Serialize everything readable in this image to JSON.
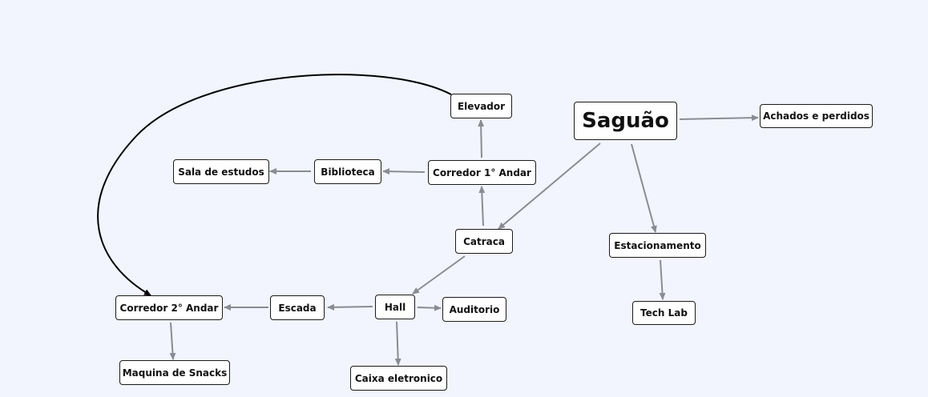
{
  "diagram": {
    "nodes": {
      "saguao": "Saguão",
      "achados": "Achados e perdidos",
      "estacionamento": "Estacionamento",
      "techlab": "Tech Lab",
      "catraca": "Catraca",
      "corredor1": "Corredor 1° Andar",
      "elevador": "Elevador",
      "biblioteca": "Biblioteca",
      "sala_estudos": "Sala de estudos",
      "hall": "Hall",
      "auditorio": "Auditorio",
      "caixa": "Caixa eletronico",
      "escada": "Escada",
      "corredor2": "Corredor 2° Andar",
      "snacks": "Maquina de Snacks"
    },
    "edges": [
      {
        "from": "saguao",
        "to": "achados"
      },
      {
        "from": "saguao",
        "to": "estacionamento"
      },
      {
        "from": "estacionamento",
        "to": "techlab"
      },
      {
        "from": "saguao",
        "to": "catraca"
      },
      {
        "from": "catraca",
        "to": "corredor1"
      },
      {
        "from": "corredor1",
        "to": "elevador"
      },
      {
        "from": "corredor1",
        "to": "biblioteca"
      },
      {
        "from": "biblioteca",
        "to": "sala_estudos"
      },
      {
        "from": "catraca",
        "to": "hall"
      },
      {
        "from": "hall",
        "to": "auditorio"
      },
      {
        "from": "hall",
        "to": "caixa"
      },
      {
        "from": "hall",
        "to": "escada"
      },
      {
        "from": "escada",
        "to": "corredor2"
      },
      {
        "from": "corredor2",
        "to": "snacks"
      },
      {
        "from": "elevador",
        "to": "corredor2"
      }
    ],
    "colors": {
      "edge": "#8a8c94",
      "curve_edge": "#000000",
      "node_border": "#1a1a1a",
      "node_fill": "#ffffff",
      "background": "#f2f5fe"
    }
  }
}
